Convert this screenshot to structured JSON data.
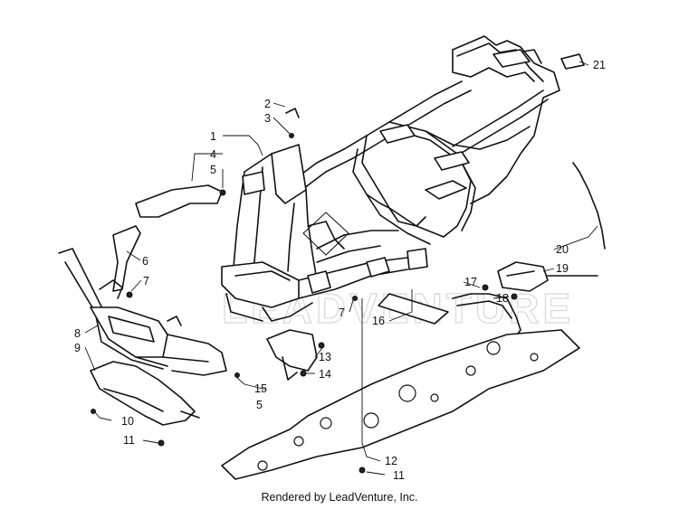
{
  "watermark": "LEADVENTURE",
  "callouts": {
    "c1": "1",
    "c2": "2",
    "c3": "3",
    "c4": "4",
    "c5a": "5",
    "c5b": "5",
    "c6": "6",
    "c7a": "7",
    "c7b": "7",
    "c8": "8",
    "c9": "9",
    "c10": "10",
    "c11a": "11",
    "c11b": "11",
    "c12": "12",
    "c13": "13",
    "c14": "14",
    "c15": "15",
    "c16": "16",
    "c17": "17",
    "c18": "18",
    "c19": "19",
    "c20": "20",
    "c21": "21"
  },
  "credit": "Rendered by LeadVenture, Inc."
}
